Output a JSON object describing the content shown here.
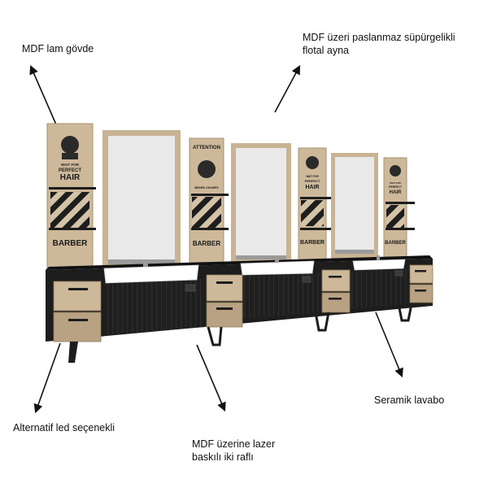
{
  "annotations": {
    "mdf_body": "MDF lam gövde",
    "mirror_line1": "MDF üzeri paslanmaz süpürgelikli",
    "mirror_line2": "flotal ayna",
    "ceramic_sink": "Seramik lavabo",
    "led_option": "Alternatif led seçenekli",
    "laser_line1": "MDF üzerine lazer",
    "laser_line2": "baskılı iki raflı"
  },
  "panels": [
    {
      "heading": "",
      "line1": "WAIT FOR",
      "line2": "PERFECT",
      "line3": "HAIR",
      "footer": "BARBER"
    },
    {
      "heading": "ATTENTION",
      "line1": "BEARD CHAMPS",
      "line2": "",
      "line3": "",
      "footer": "BARBER"
    },
    {
      "heading": "",
      "line1": "WAIT FOR",
      "line2": "PERFECT",
      "line3": "HAIR",
      "footer": "BARBER"
    },
    {
      "heading": "",
      "line1": "WAIT FOR",
      "line2": "PERFECT",
      "line3": "HAIR",
      "footer": "BARBER"
    }
  ],
  "colors": {
    "wood": "#cdb89a",
    "body": "#1d1d1d",
    "mirror": "#e9e9ea",
    "sink": "#ffffff",
    "arrow": "#111111"
  }
}
